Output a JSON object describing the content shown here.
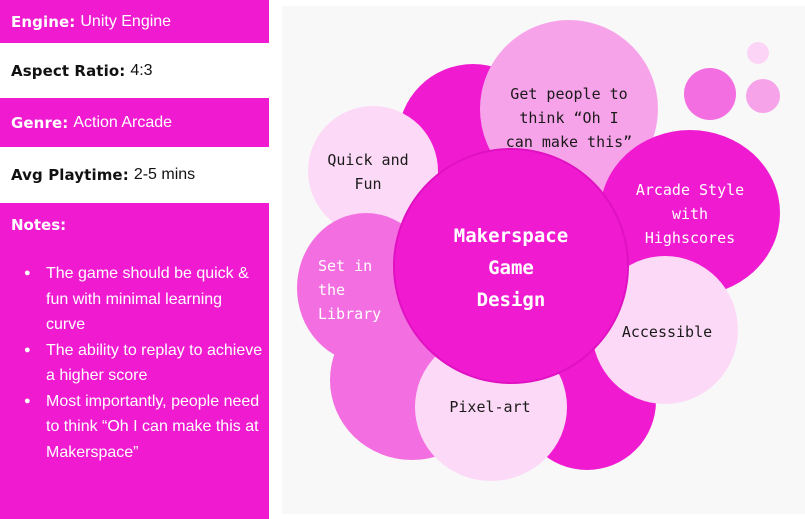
{
  "info": {
    "engine": {
      "key": "Engine:",
      "value": "Unity Engine"
    },
    "aspect": {
      "key": "Aspect Ratio:",
      "value": "4:3"
    },
    "genre": {
      "key": "Genre:",
      "value": "Action Arcade"
    },
    "playtime": {
      "key": "Avg Playtime:",
      "value": "2-5 mins"
    }
  },
  "notes": {
    "title": "Notes:",
    "items": [
      "The game should be quick & fun with minimal learning curve",
      "The ability to replay to achieve a higher score",
      "Most importantly, people need to think “Oh I can make this at Makerspace”"
    ]
  },
  "diagram": {
    "center": "Makerspace\nGame\nDesign",
    "bubbles": {
      "think": "Get people to\nthink “Oh I\ncan make this”",
      "quick": "Quick and\nFun",
      "arcade": "Arcade Style\nwith\nHighscores",
      "library": "Set in\nthe\nLibrary",
      "accessible": "Accessible",
      "pixel": "Pixel-art"
    },
    "colors": {
      "magenta": "#f01bd0",
      "medium": "#f36ee0",
      "light": "#fcdaf7",
      "lighter": "#fbc4f2",
      "dot": "#f7a3ea",
      "dot_light": "#fcd5f6"
    }
  }
}
